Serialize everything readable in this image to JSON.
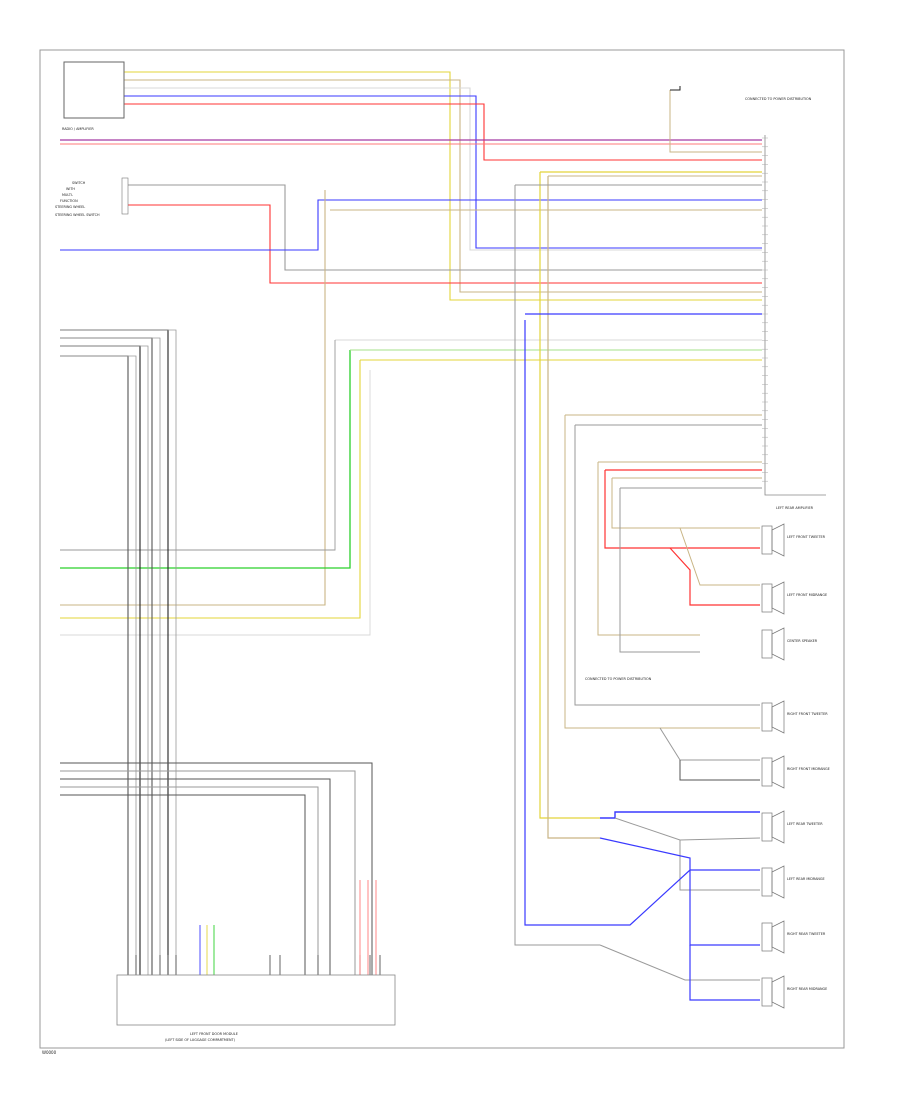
{
  "colors": {
    "yellow": "#e3d43a",
    "tan": "#c9b585",
    "green": "#2bd02b",
    "lightgreen": "#a6e08a",
    "blue": "#3a3aff",
    "red": "#ff3333",
    "violet": "#a33aa3",
    "gray": "#9a9a9a",
    "darkgray": "#555555",
    "black": "#222222",
    "pink": "#ff7a7a",
    "white": "#d8d8d8"
  },
  "left_components": [
    {
      "id": "sensor-box",
      "label": "RADIO / AMPLIFIER"
    },
    {
      "id": "switch-block",
      "label": "STEERING WHEEL SWITCH"
    }
  ],
  "connector_main": {
    "label": "LEFT REAR AMPLIFIER"
  },
  "module_bottom": {
    "label": "LEFT FRONT DOOR MODULE",
    "sub": "(LEFT SIDE OF LUGGAGE COMPARTMENT)"
  },
  "right_components": [
    {
      "label": "LEFT FRONT TWEETER"
    },
    {
      "label": "LEFT FRONT MIDRANGE"
    },
    {
      "label": "CENTER SPEAKER"
    },
    {
      "label": "RIGHT FRONT TWEETER"
    },
    {
      "label": "RIGHT FRONT MIDRANGE"
    },
    {
      "label": "LEFT REAR TWEETER"
    },
    {
      "label": "LEFT REAR MIDRANGE"
    },
    {
      "label": "RIGHT REAR TWEETER"
    },
    {
      "label": "RIGHT REAR MIDRANGE"
    }
  ],
  "notes": [
    {
      "label": "CONNECTED TO POWER DISTRIBUTION"
    },
    {
      "label": "CONNECTED TO POWER DISTRIBUTION"
    }
  ],
  "footer": {
    "code": "W0000"
  }
}
